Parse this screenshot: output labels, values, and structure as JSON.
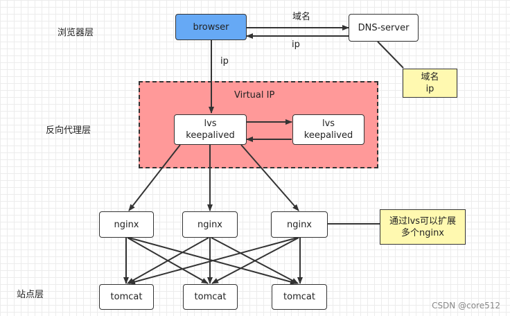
{
  "layers": {
    "browser": "浏览器层",
    "reverse_proxy": "反向代理层",
    "site": "站点层"
  },
  "nodes": {
    "browser": "browser",
    "dns": "DNS-server",
    "lvs1": [
      "lvs",
      "keepalived"
    ],
    "lvs2": [
      "lvs",
      "keepalived"
    ],
    "nginx": [
      "nginx",
      "nginx",
      "nginx"
    ],
    "tomcat": [
      "tomcat",
      "tomcat",
      "tomcat"
    ]
  },
  "edge_labels": {
    "domain": "域名",
    "ip_return": "ip",
    "ip_down": "ip"
  },
  "vip_label": "Virtual IP",
  "notes": {
    "dns_note": [
      "域名",
      "ip"
    ],
    "nginx_note": [
      "通过lvs可以扩展",
      "多个nginx"
    ]
  },
  "watermark": "CSDN @core512",
  "colors": {
    "browser_fill": "#66a9f5",
    "vip_fill": "#ff9999",
    "note_fill": "#fff9b0"
  }
}
